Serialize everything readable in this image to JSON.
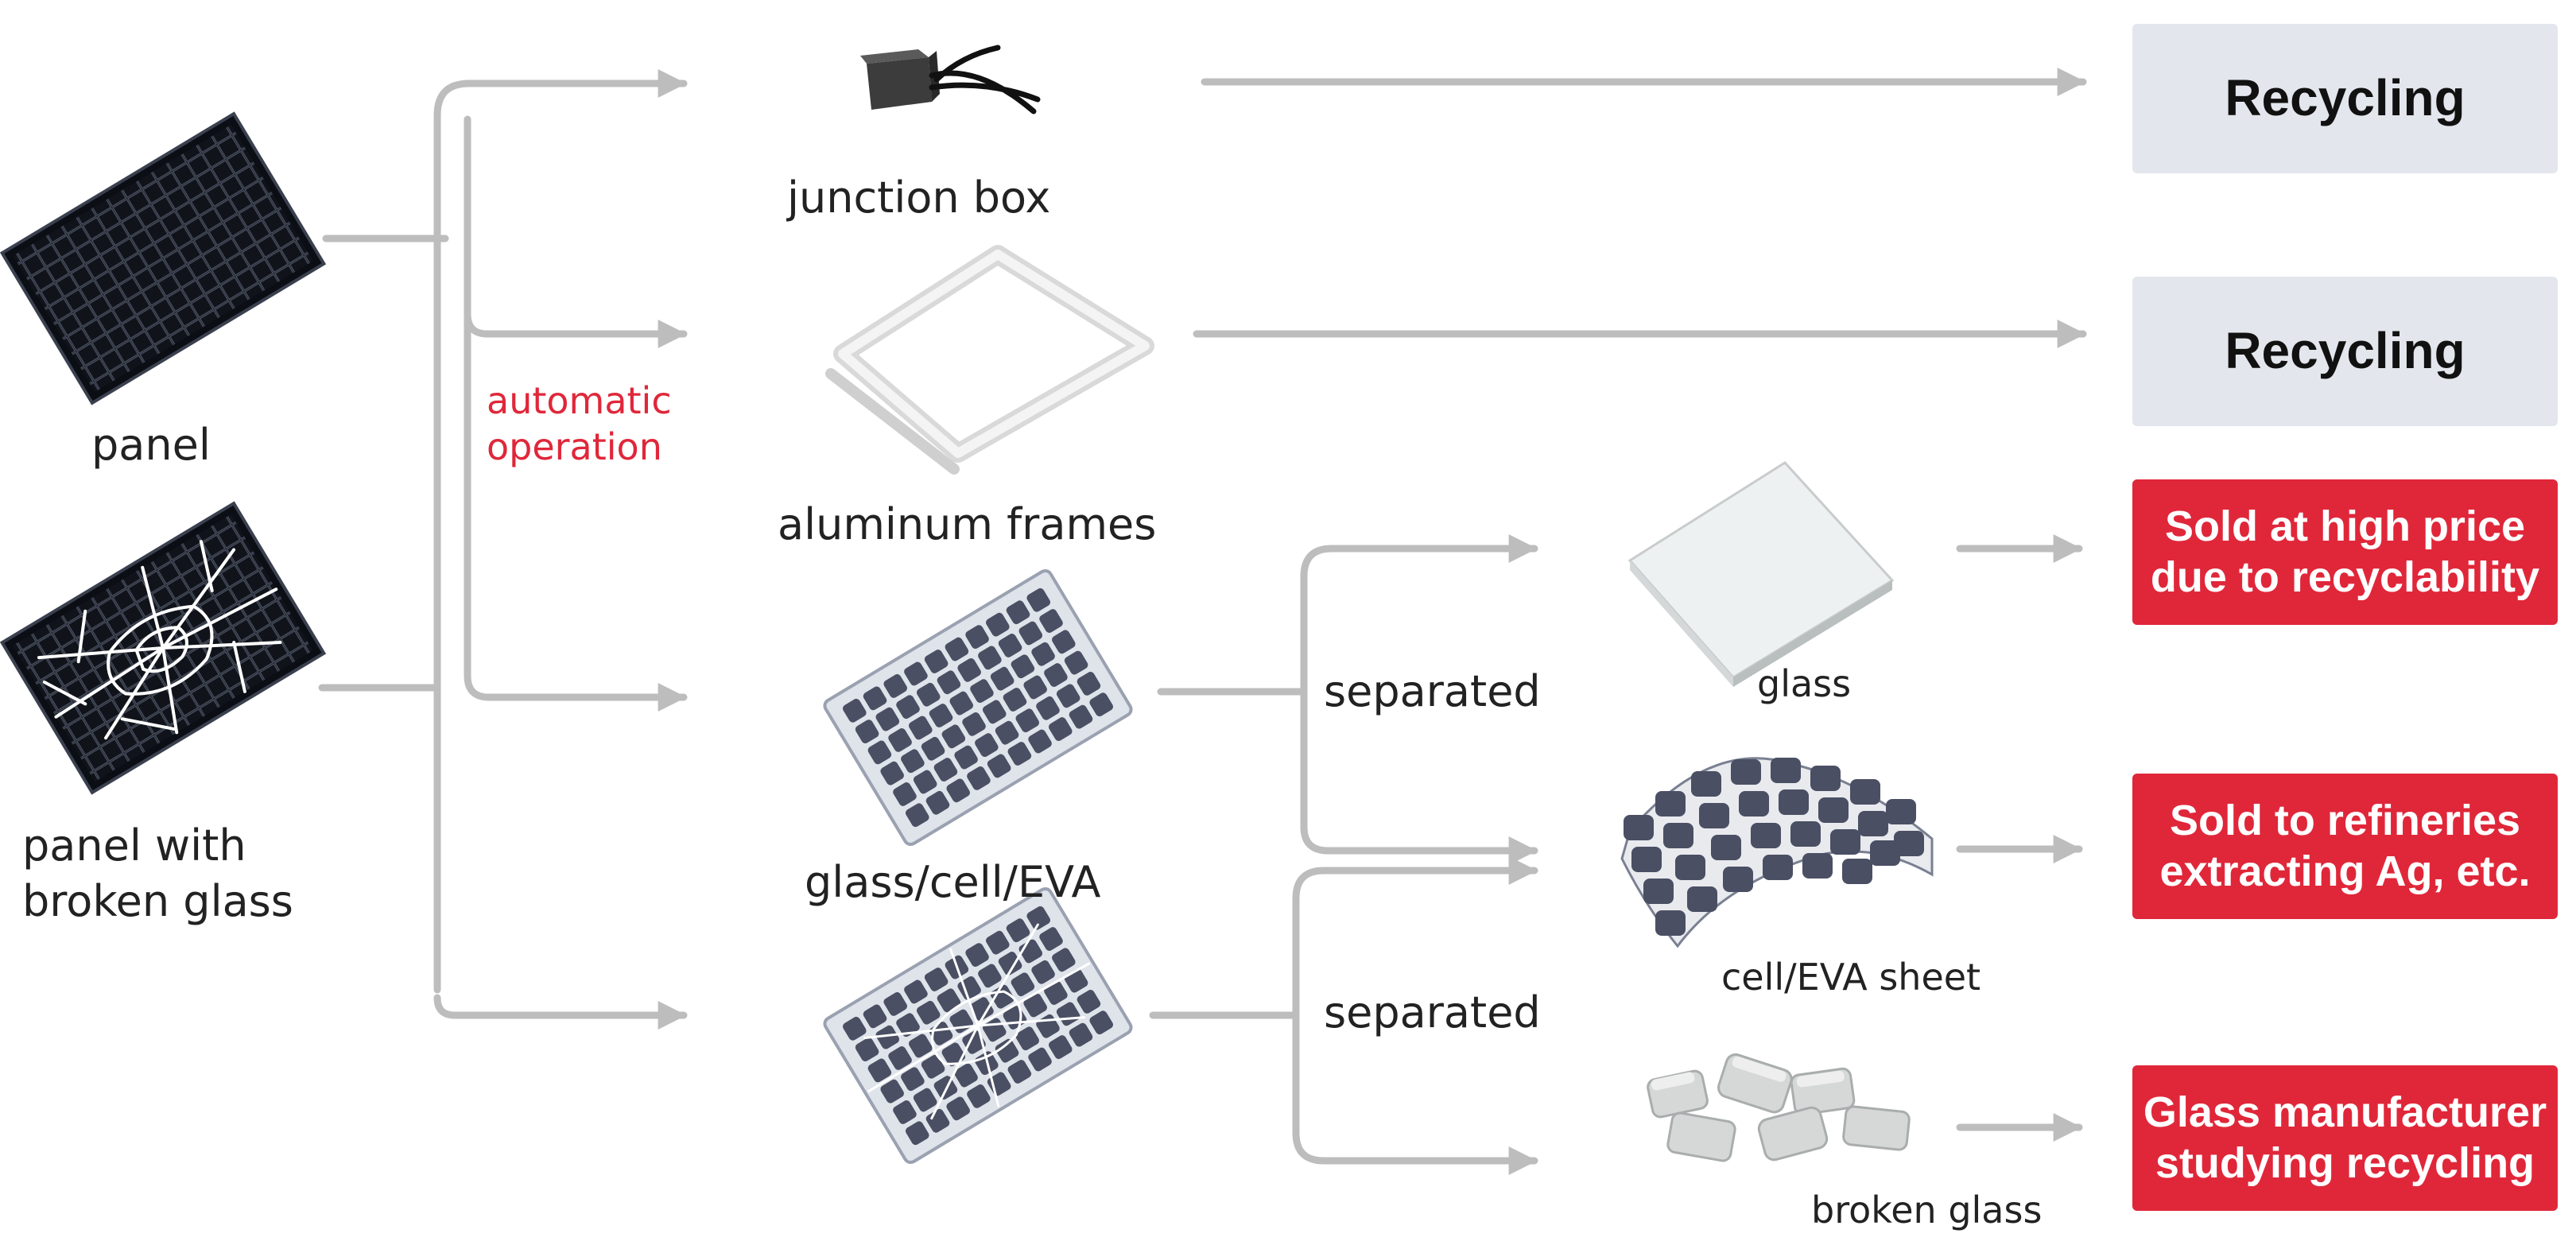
{
  "sources": {
    "panel": "panel",
    "panel_broken_line1": "panel with",
    "panel_broken_line2": "broken glass"
  },
  "process_note_line1": "automatic",
  "process_note_line2": "operation",
  "components": {
    "junction_box": "junction box",
    "aluminum_frames": "aluminum frames",
    "glass_cell_eva": "glass/cell/EVA"
  },
  "separated_label": "separated",
  "outputs": {
    "glass": "glass",
    "cell_eva_sheet": "cell/EVA sheet",
    "broken_glass": "broken glass"
  },
  "destinations": {
    "recycling_1": "Recycling",
    "recycling_2": "Recycling",
    "high_price_line1": "Sold at high price",
    "high_price_line2": "due to recyclability",
    "refineries_line1": "Sold to refineries",
    "refineries_line2": "extracting Ag, etc.",
    "glass_mfr_line1": "Glass manufacturer",
    "glass_mfr_line2": "studying recycling"
  },
  "colors": {
    "arrow": "#bdbdbd",
    "red_accent": "#e0273a",
    "gray_box": "#e3e6ec",
    "cell_blue": "#4a4f63"
  },
  "icons": [
    "solar-panel-icon",
    "broken-solar-panel-icon",
    "junction-box-icon",
    "aluminum-frame-icon",
    "glass-cell-eva-icon",
    "broken-glass-cell-eva-icon",
    "glass-sheet-icon",
    "cell-eva-sheet-icon",
    "broken-glass-pieces-icon"
  ]
}
